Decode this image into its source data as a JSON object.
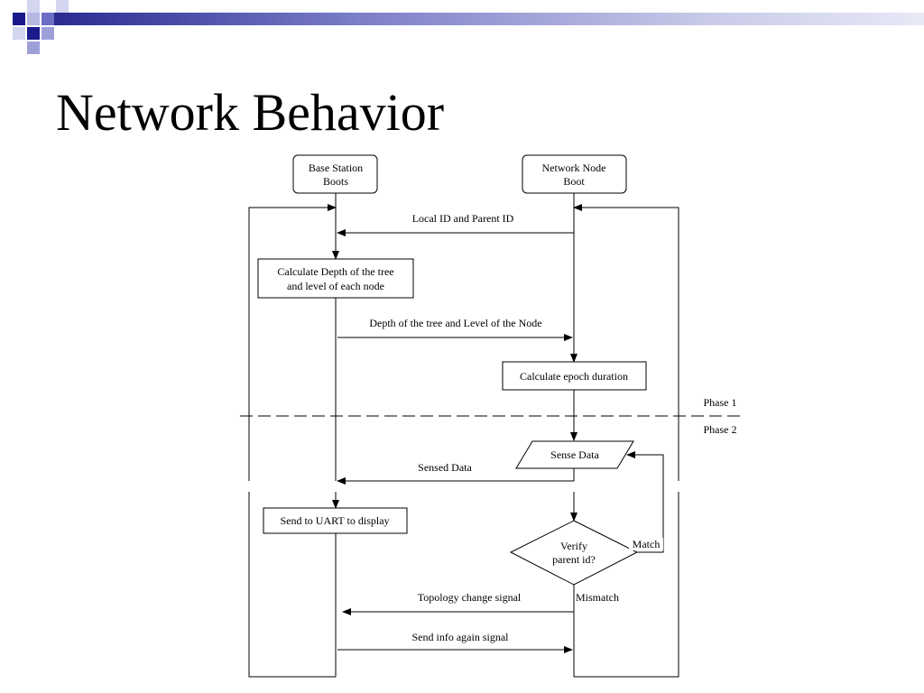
{
  "slide": {
    "title": "Network Behavior"
  },
  "colors": {
    "navy": "#1a1a8c",
    "accent_light": "#9da0d8",
    "accent_mid": "#6b6fc4"
  },
  "diagram": {
    "base_station_boots_line1": "Base Station",
    "base_station_boots_line2": "Boots",
    "network_node_boot_line1": "Network Node",
    "network_node_boot_line2": "Boot",
    "local_id_parent_id": "Local ID and Parent ID",
    "calc_depth_line1": "Calculate Depth of the tree",
    "calc_depth_line2": "and level of each node",
    "depth_and_level": "Depth of the tree and Level of the Node",
    "calc_epoch": "Calculate epoch duration",
    "phase1": "Phase 1",
    "phase2": "Phase 2",
    "sense_data": "Sense Data",
    "sensed_data": "Sensed Data",
    "send_uart": "Send to UART to display",
    "verify_line1": "Verify",
    "verify_line2": "parent id?",
    "match": "Match",
    "mismatch": "Mismatch",
    "topology_change": "Topology change signal",
    "send_info_again": "Send info again signal"
  }
}
